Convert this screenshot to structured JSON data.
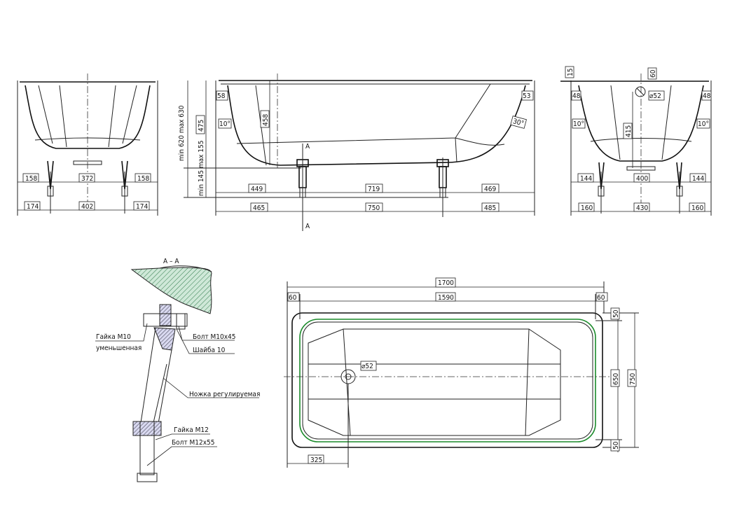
{
  "front_view": {
    "dims_legs": [
      "158",
      "372",
      "158"
    ],
    "dims_base": [
      "174",
      "402",
      "174"
    ]
  },
  "side_view": {
    "height_total": "min 620  max 630",
    "height_tub": "475",
    "leg_height": "min 145  max 155",
    "depth": "458",
    "rim_left": "58",
    "rim_right": "53",
    "angle_left": "10°",
    "angle_right": "30°",
    "dims_legs": [
      "449",
      "719",
      "469"
    ],
    "dims_base": [
      "465",
      "750",
      "485"
    ],
    "section_mark": "A"
  },
  "end_view": {
    "rim": "15",
    "overflow_offset": "60",
    "overflow_dia": "⌀52",
    "rim_left": "48",
    "rim_right": "48",
    "angle_left": "10°",
    "angle_right": "10°",
    "overflow_height": "415",
    "dims_legs": [
      "144",
      "400",
      "144"
    ],
    "dims_base": [
      "160",
      "430",
      "160"
    ]
  },
  "section": {
    "title": "A – A",
    "labels": {
      "nut_m10": "Гайка М10",
      "nut_m10_sub": "уменьшенная",
      "bolt_m10": "Болт М10х45",
      "washer": "Шайба 10",
      "leg": "Ножка регулируемая",
      "nut_m12": "Гайка М12",
      "bolt_m12": "Болт М12х55"
    }
  },
  "plan_view": {
    "length": "1700",
    "rim_left": "60",
    "inner_length": "1590",
    "rim_right": "60",
    "rim_top": "50",
    "inner_width": "650",
    "width": "750",
    "rim_bottom": "50",
    "drain_dia": "⌀52",
    "drain_offset": "325"
  }
}
